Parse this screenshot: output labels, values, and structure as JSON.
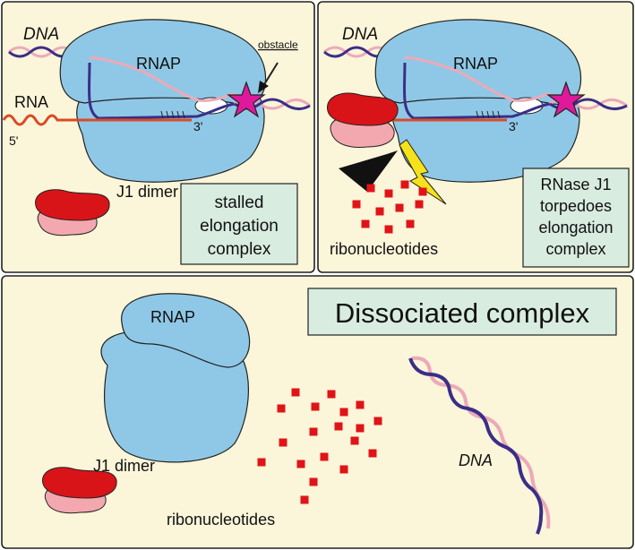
{
  "panel_top_left": {
    "dna_label": "DNA",
    "rna_label": "RNA",
    "rnap_label": "RNAP",
    "obstacle_label": "obstacle",
    "five_prime": "5'",
    "three_prime": "3'",
    "j1_label": "J1 dimer",
    "box_lines": [
      "stalled",
      "elongation",
      "complex"
    ]
  },
  "panel_top_right": {
    "dna_label": "DNA",
    "rnap_label": "RNAP",
    "three_prime": "3'",
    "ribo_label": "ribonucleotides",
    "box_lines": [
      "RNase J1",
      "torpedoes",
      "elongation",
      "complex"
    ]
  },
  "panel_bottom": {
    "title": "Dissociated complex",
    "rnap_label": "RNAP",
    "j1_label": "J1 dimer",
    "ribo_label": "ribonucleotides",
    "dna_label": "DNA"
  },
  "colors": {
    "panel_bg": "#fbf5d9",
    "rnap": "#8fc8e6",
    "label_box": "#d8ece0",
    "j1_dark": "#d81418",
    "j1_light": "#f3a8b0",
    "dna_dark": "#3a2e88",
    "dna_light": "#eda9b8",
    "rna": "#d94a24",
    "obstacle": "#e0189a",
    "bolt": "#f5e21a",
    "nucleotide": "#e01418"
  }
}
